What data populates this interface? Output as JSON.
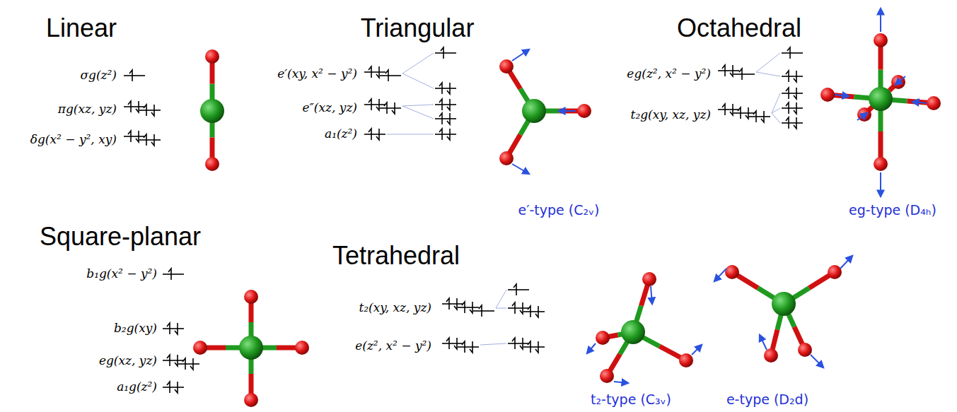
{
  "diagram": {
    "labels": [
      "Linear",
      "Triangular",
      "Octahedral",
      "σg(z²)",
      "πg(xz, yz)",
      "δg(x² − y², xy)",
      "e′(xy, x² − y²)",
      "e″(xz, yz)",
      "a₁(z²)",
      "e′-type (C₂ᵥ)",
      "eg(z², x² − y²)",
      "t₂g(xy, xz, yz)",
      "eg-type (D₄ₕ)",
      "Square-planar",
      "Tetrahedral",
      "b₁g(x² − y²)",
      "b₂g(xy)",
      "eg(xz, yz)",
      "a₁g(z²)",
      "t₂(xy, xz, yz)",
      "e(z², x² − y²)",
      "t₂-type (C₃ᵥ)",
      "e-type (D₂d)"
    ]
  }
}
